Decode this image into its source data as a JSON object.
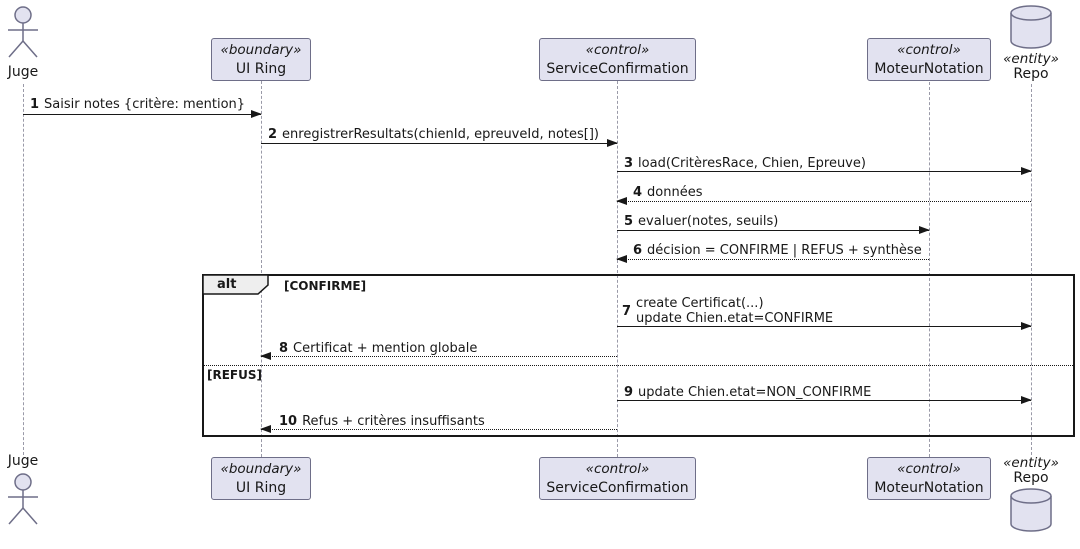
{
  "participants": {
    "juge": {
      "name": "Juge"
    },
    "ui": {
      "stereotype": "«boundary»",
      "name": "UI Ring"
    },
    "service": {
      "stereotype": "«control»",
      "name": "ServiceConfirmation"
    },
    "moteur": {
      "stereotype": "«control»",
      "name": "MoteurNotation"
    },
    "repo": {
      "stereotype": "«entity»",
      "name": "Repo"
    }
  },
  "messages": [
    {
      "num": "1",
      "text": "Saisir notes {critère: mention}"
    },
    {
      "num": "2",
      "text": "enregistrerResultats(chienId, epreuveId, notes[])"
    },
    {
      "num": "3",
      "text": "load(CritèresRace, Chien, Epreuve)"
    },
    {
      "num": "4",
      "text": "données"
    },
    {
      "num": "5",
      "text": "evaluer(notes, seuils)"
    },
    {
      "num": "6",
      "text": "décision = CONFIRME | REFUS + synthèse"
    },
    {
      "num": "7",
      "text": "create Certificat(...)\nupdate Chien.etat=CONFIRME"
    },
    {
      "num": "8",
      "text": "Certificat + mention globale"
    },
    {
      "num": "9",
      "text": "update Chien.etat=NON_CONFIRME"
    },
    {
      "num": "10",
      "text": "Refus + critères insuffisants"
    }
  ],
  "fragment": {
    "operator": "alt",
    "guard_confirm": "[CONFIRME]",
    "guard_refus": "[REFUS]"
  },
  "colors": {
    "participant_fill": "#E2E2F0",
    "participant_border": "#6e6e88",
    "fragment_label_fill": "#EEEEEE",
    "line": "#181818",
    "lifeline": "#9a9aa8"
  }
}
